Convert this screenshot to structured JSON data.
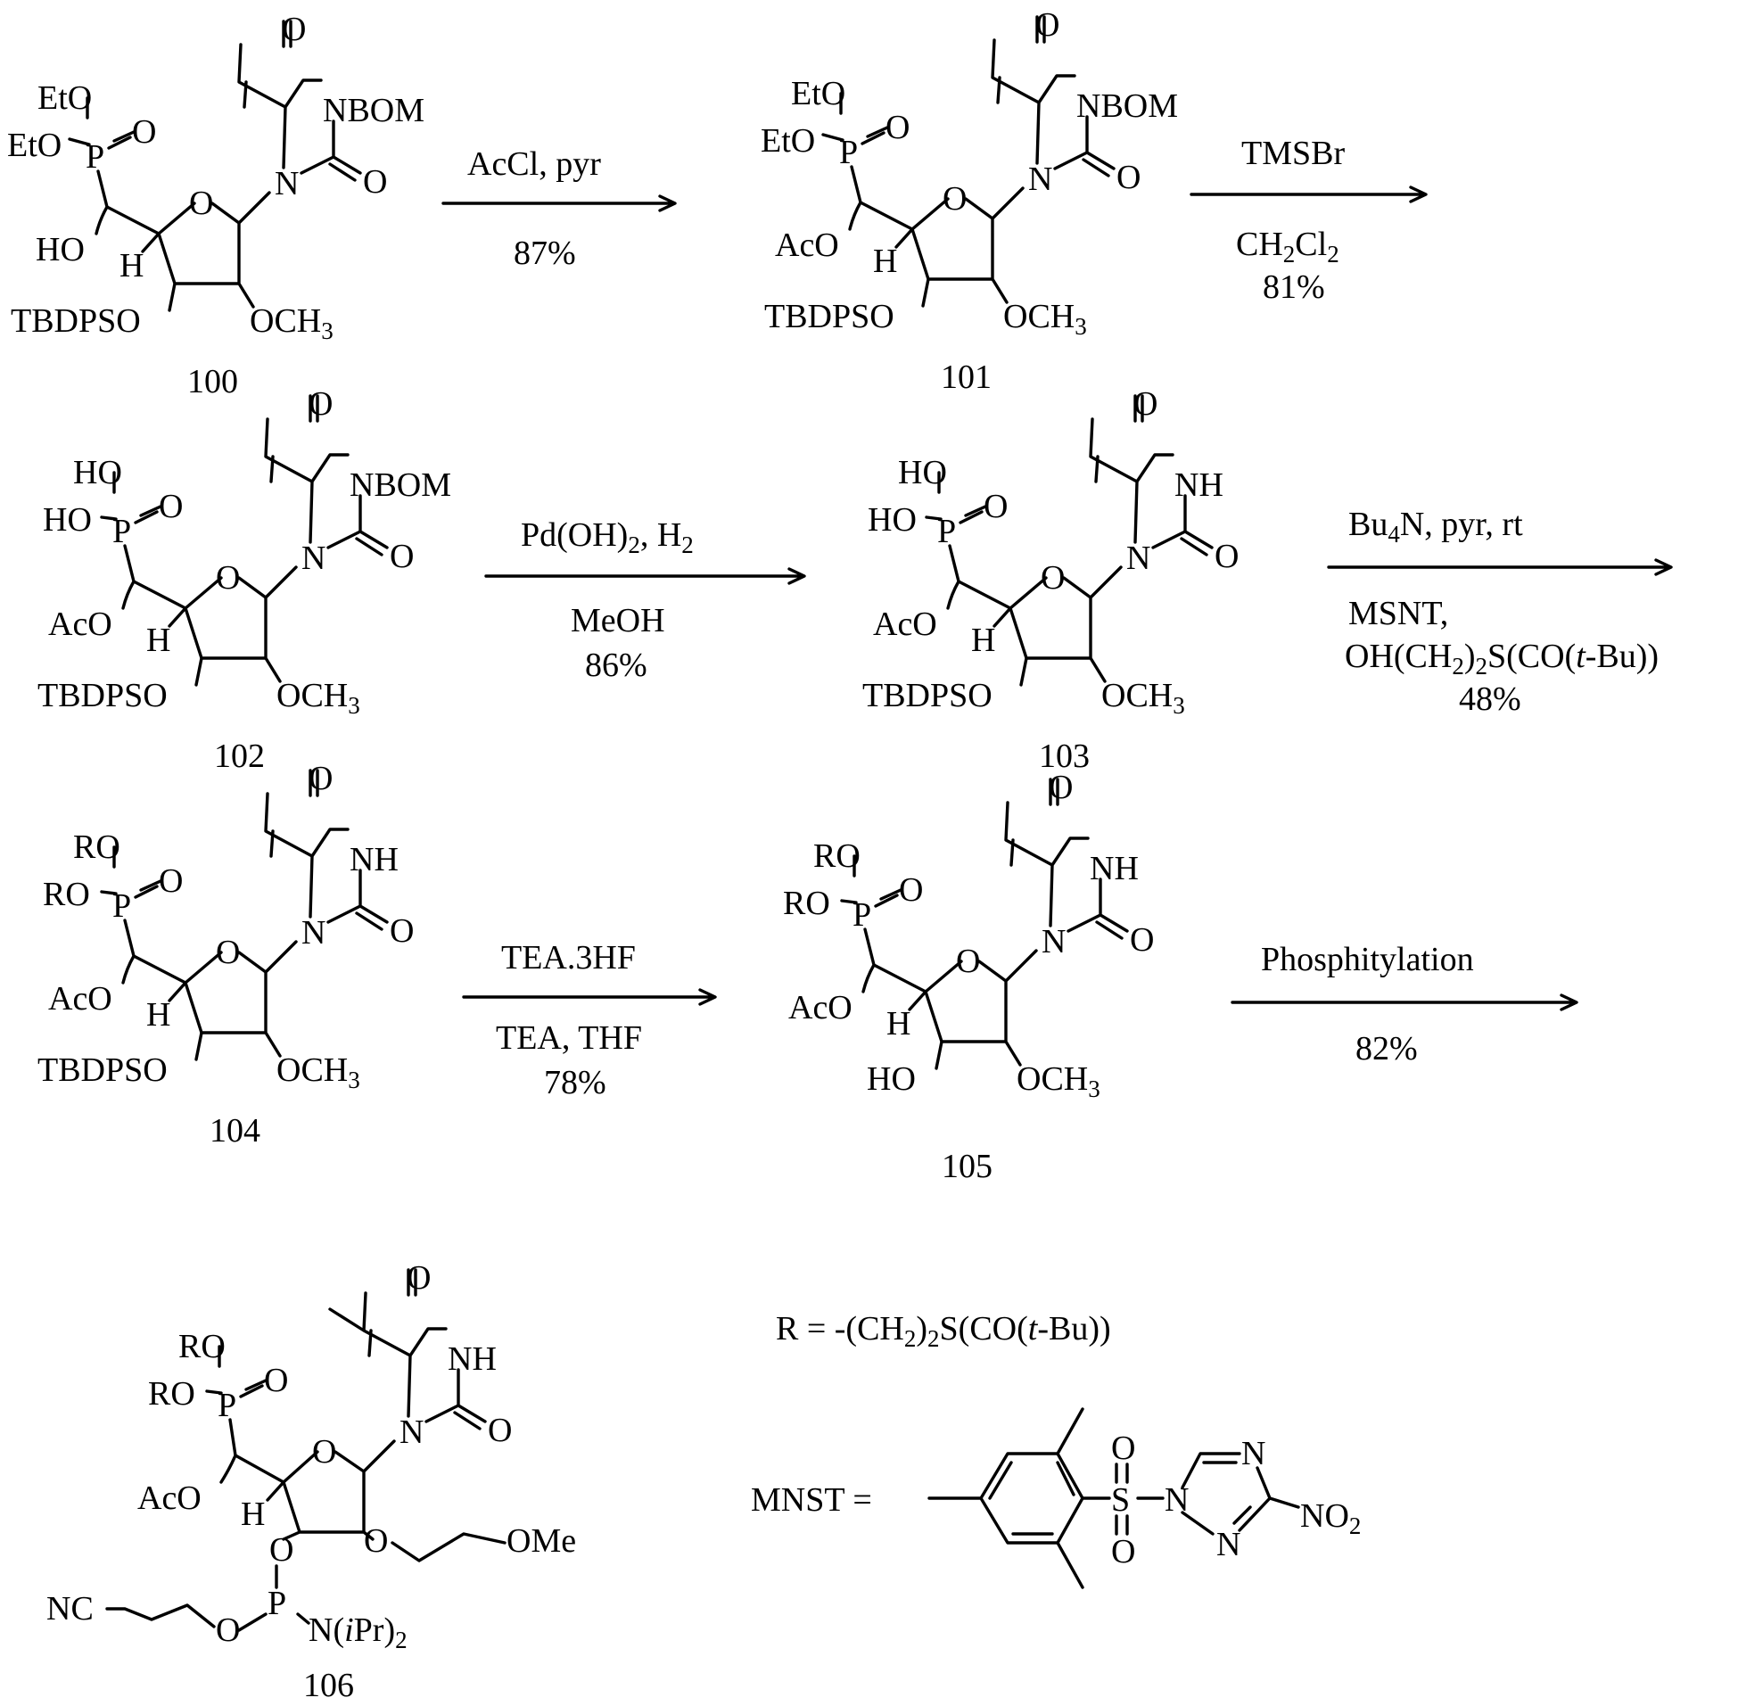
{
  "compounds": [
    {
      "number": "100",
      "phos": [
        "EtO",
        "EtO"
      ],
      "alpha": "HO",
      "sugar3": "TBDPSO",
      "sugar2": "OCH3",
      "imide": "NBOM"
    },
    {
      "number": "101",
      "phos": [
        "EtO",
        "EtO"
      ],
      "alpha": "AcO",
      "sugar3": "TBDPSO",
      "sugar2": "OCH3",
      "imide": "NBOM"
    },
    {
      "number": "102",
      "phos": [
        "HO",
        "HO"
      ],
      "alpha": "AcO",
      "sugar3": "TBDPSO",
      "sugar2": "OCH3",
      "imide": "NBOM"
    },
    {
      "number": "103",
      "phos": [
        "HO",
        "HO"
      ],
      "alpha": "AcO",
      "sugar3": "TBDPSO",
      "sugar2": "OCH3",
      "imide": "NH"
    },
    {
      "number": "104",
      "phos": [
        "RO",
        "RO"
      ],
      "alpha": "AcO",
      "sugar3": "TBDPSO",
      "sugar2": "OCH3",
      "imide": "NH"
    },
    {
      "number": "105",
      "phos": [
        "RO",
        "RO"
      ],
      "alpha": "AcO",
      "sugar3": "HO",
      "sugar2": "OCH3",
      "imide": "NH"
    },
    {
      "number": "106",
      "phos": [
        "RO",
        "RO"
      ],
      "alpha": "AcO",
      "imide": "NH",
      "sugar2": "OMe",
      "nc": "NC",
      "amine": "N(iPr)2"
    }
  ],
  "reactions": [
    {
      "above": [
        "AcCl, pyr"
      ],
      "below": [
        "87%"
      ]
    },
    {
      "above": [
        "TMSBr"
      ],
      "below": [
        "CH2Cl2",
        "81%"
      ]
    },
    {
      "above": [
        "Pd(OH)2, H2"
      ],
      "below": [
        "MeOH",
        "86%"
      ]
    },
    {
      "above": [
        "Bu4N, pyr, rt"
      ],
      "below": [
        "MSNT,",
        "OH(CH2)2S(CO(t-Bu))",
        "48%"
      ]
    },
    {
      "above": [
        "TEA.3HF"
      ],
      "below": [
        "TEA, THF",
        "78%"
      ]
    },
    {
      "above": [
        "Phosphitylation"
      ],
      "below": [
        "82%"
      ]
    }
  ],
  "definitions": {
    "r_group": "R = -(CH2)2S(CO(t-Bu))",
    "mnst_label": "MNST ="
  },
  "atoms": {
    "O": "O",
    "N": "N",
    "H": "H",
    "P": "P",
    "S": "S",
    "NO2": "NO2"
  }
}
